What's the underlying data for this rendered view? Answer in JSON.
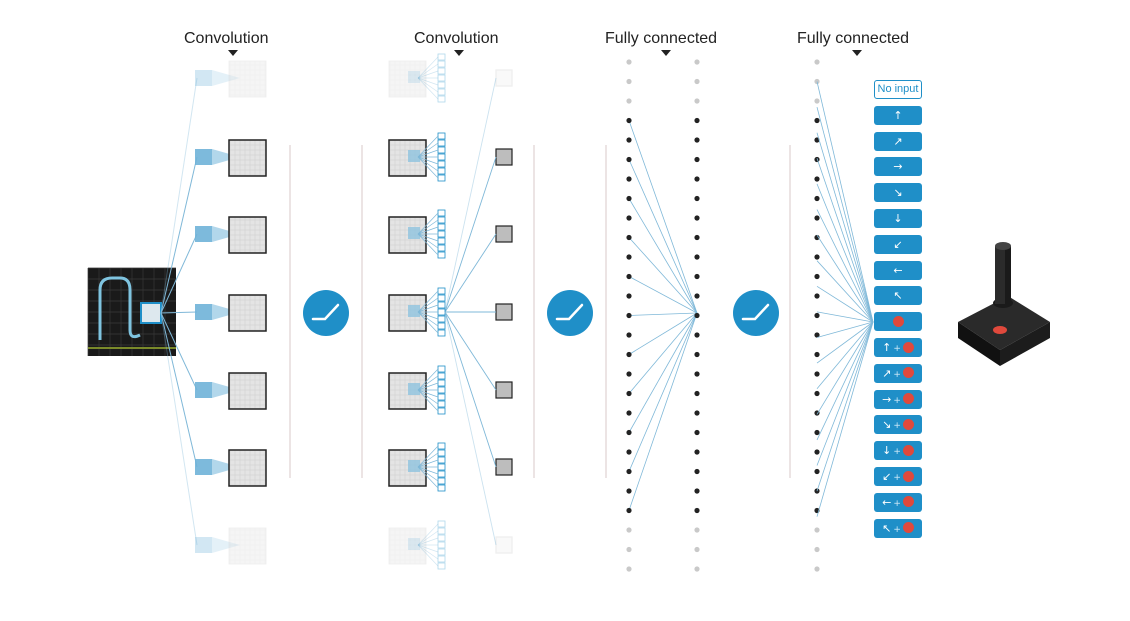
{
  "labels": {
    "conv1": "Convolution",
    "conv2": "Convolution",
    "fc1": "Fully connected",
    "fc2": "Fully connected"
  },
  "actions": [
    {
      "arrow": "",
      "fire": false,
      "text": "No input"
    },
    {
      "arrow": "↑",
      "fire": false
    },
    {
      "arrow": "↗",
      "fire": false
    },
    {
      "arrow": "→",
      "fire": false
    },
    {
      "arrow": "↘",
      "fire": false
    },
    {
      "arrow": "↓",
      "fire": false
    },
    {
      "arrow": "↙",
      "fire": false
    },
    {
      "arrow": "←",
      "fire": false
    },
    {
      "arrow": "↖",
      "fire": false
    },
    {
      "arrow": "",
      "fire": true
    },
    {
      "arrow": "↑",
      "fire": true
    },
    {
      "arrow": "↗",
      "fire": true
    },
    {
      "arrow": "→",
      "fire": true
    },
    {
      "arrow": "↘",
      "fire": true
    },
    {
      "arrow": "↓",
      "fire": true
    },
    {
      "arrow": "↙",
      "fire": true
    },
    {
      "arrow": "←",
      "fire": true
    },
    {
      "arrow": "↖",
      "fire": true
    }
  ],
  "colors": {
    "accent": "#1f8fc8",
    "line": "#7fb8d8",
    "fire": "#e0493c",
    "node": "#222222"
  },
  "icons": [
    "relu-icon",
    "joystick-icon",
    "game-screen-icon"
  ]
}
